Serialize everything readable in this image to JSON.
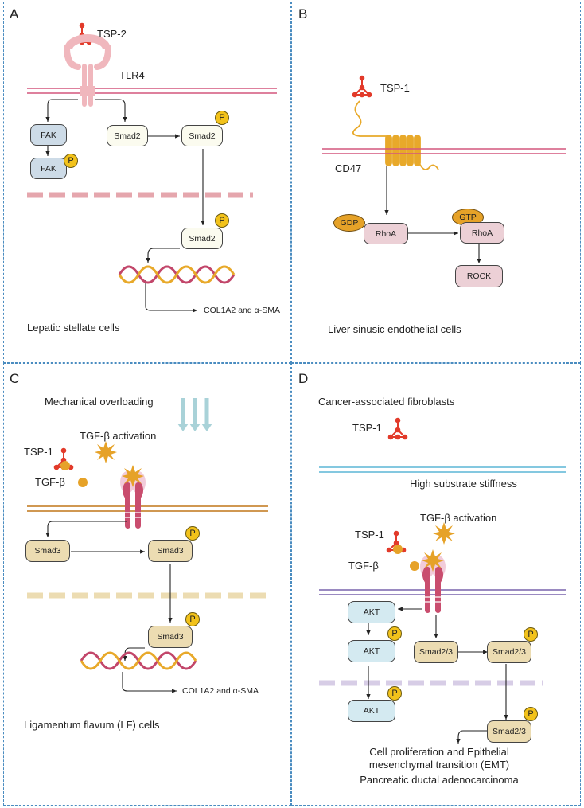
{
  "panels": {
    "A": {
      "letter": "A",
      "ligand": "TSP-2",
      "receptor": "TLR4",
      "fak": "FAK",
      "fak_p": "FAK",
      "smad": "Smad2",
      "smad_p1": "Smad2",
      "smad_p2": "Smad2",
      "p": "P",
      "output": "COL1A2 and α-SMA",
      "cell": "Lepatic stellate cells"
    },
    "B": {
      "letter": "B",
      "ligand": "TSP-1",
      "receptor": "CD47",
      "gdp": "GDP",
      "gtp": "GTP",
      "rhoa1": "RhoA",
      "rhoa2": "RhoA",
      "rock": "ROCK",
      "cell": "Liver sinusic endothelial cells"
    },
    "C": {
      "letter": "C",
      "mech": "Mechanical overloading",
      "tgf_act": "TGF-β activation",
      "tsp": "TSP-1",
      "tgf": "TGF-β",
      "smad": "Smad3",
      "smad_p1": "Smad3",
      "smad_p2": "Smad3",
      "p": "P",
      "output": "COL1A2 and α-SMA",
      "cell": "Ligamentum flavum (LF) cells"
    },
    "D": {
      "letter": "D",
      "caf": "Cancer-associated fibroblasts",
      "tsp_top": "TSP-1",
      "stiffness": "High substrate stiffness",
      "tsp": "TSP-1",
      "tgf_act": "TGF-β activation",
      "tgf": "TGF-β",
      "akt1": "AKT",
      "akt2": "AKT",
      "akt3": "AKT",
      "smad": "Smad2/3",
      "smad_p1": "Smad2/3",
      "smad_p2": "Smad2/3",
      "p": "P",
      "outcome1": "Cell proliferation and Epithelial",
      "outcome2": "mesenchymal transition (EMT)",
      "outcome3": "Pancreatic ductal adenocarcinoma"
    }
  },
  "colors": {
    "panel_border": "#4a8cc0",
    "ligand": "#e23a2a",
    "tlr4": "#f0b7bd",
    "cd47": "#e8a92a",
    "tgf_receptor": "#c94d6e",
    "p_circle": "#f2c21b",
    "dna_strand_a": "#c2466a",
    "dna_strand_b": "#e8a92a"
  }
}
